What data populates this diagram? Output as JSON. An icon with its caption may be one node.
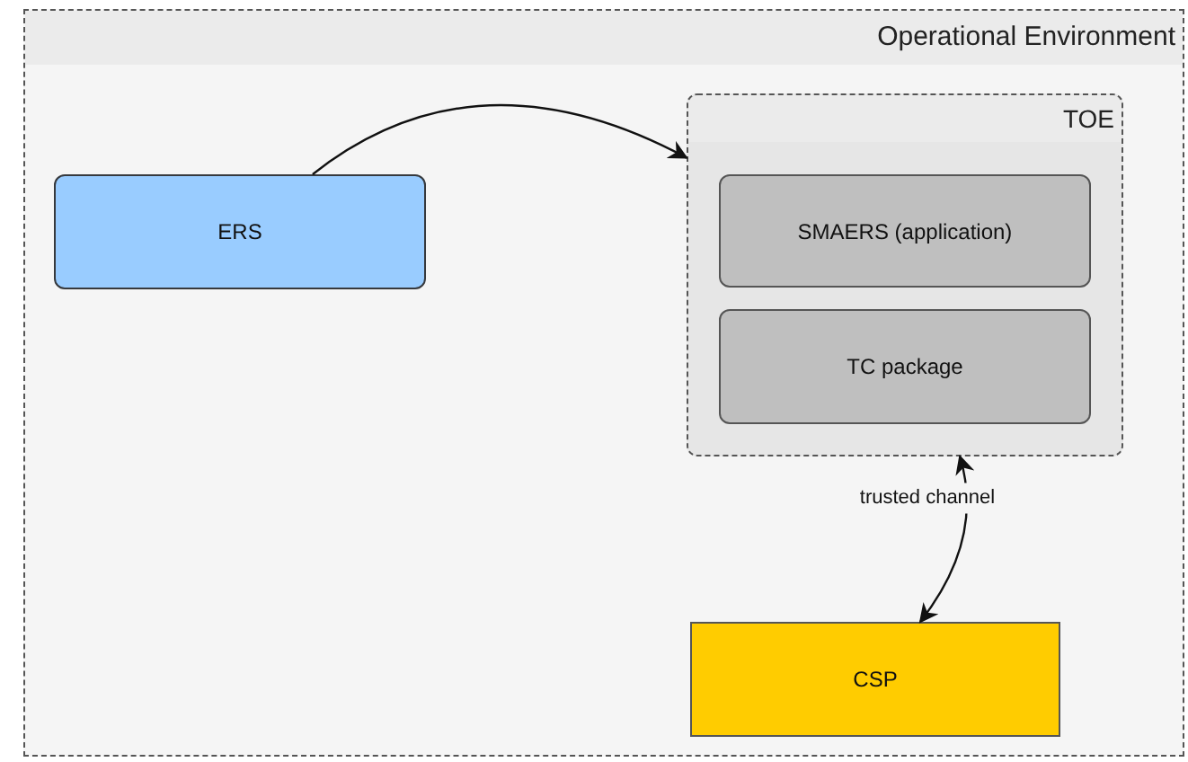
{
  "diagram": {
    "nodes": [
      {
        "text": [
          "Operational Environment"
        ]
      },
      {
        "text": [
          "ERS"
        ],
        "in": 0
      },
      {
        "text": [
          "TOE"
        ],
        "in": 0
      },
      {
        "text": [
          "SMAERS (application)"
        ],
        "in": 2
      },
      {
        "text": [
          "TC package"
        ],
        "in": 2
      },
      {
        "text": [
          "CSP"
        ],
        "in": 0
      }
    ],
    "edges": [
      {
        "from": 1,
        "to": 2,
        "arrow": "to"
      },
      {
        "from": 2,
        "to": 5,
        "arrow": "both",
        "label": "trusted channel"
      }
    ]
  }
}
